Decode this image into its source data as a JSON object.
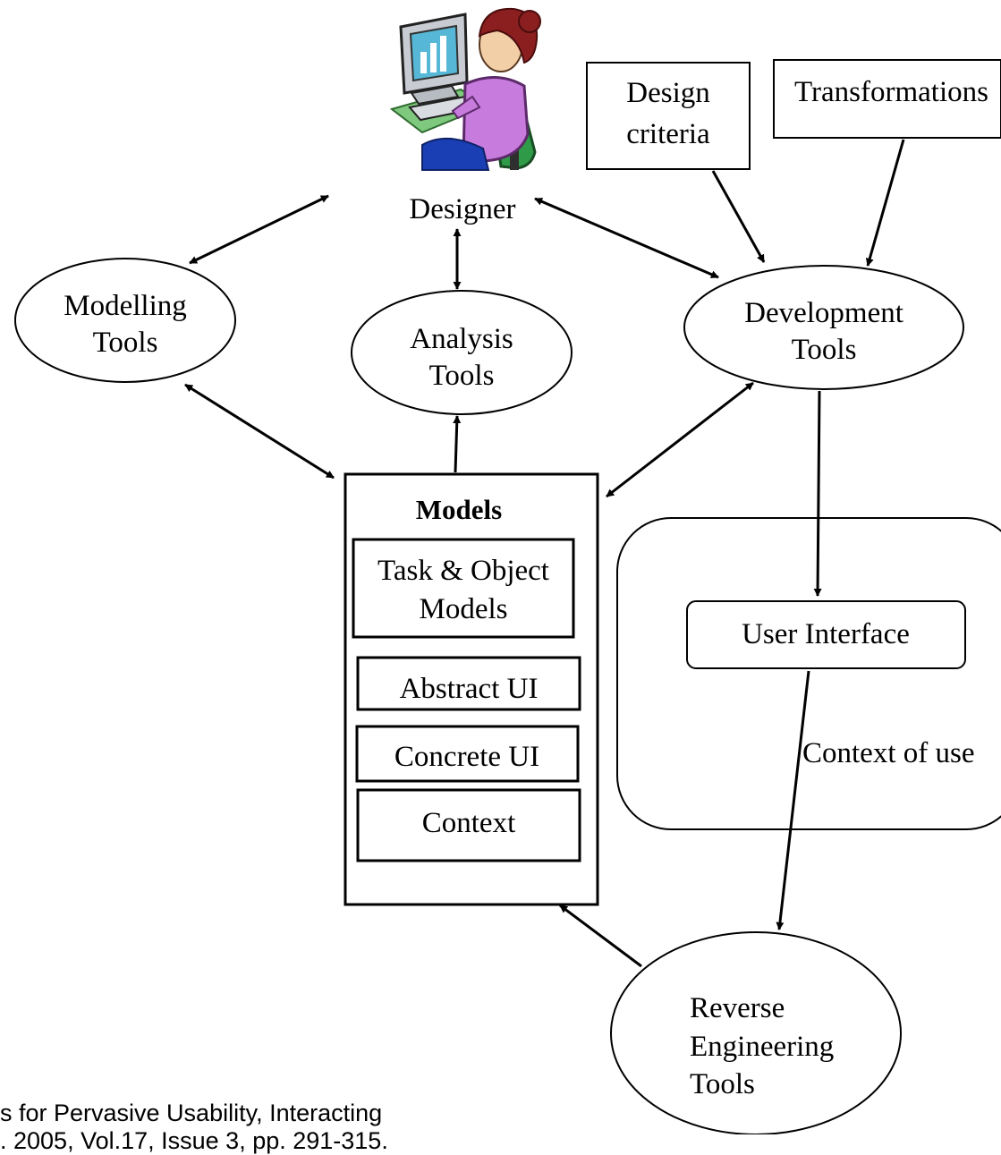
{
  "designer": {
    "label": "Designer"
  },
  "external_inputs": {
    "design_criteria": [
      "Design",
      "criteria"
    ],
    "transformations": "Transformations"
  },
  "tools": {
    "modelling": [
      "Modelling",
      "Tools"
    ],
    "analysis": [
      "Analysis",
      "Tools"
    ],
    "development": [
      "Development",
      "Tools"
    ],
    "reverse_engineering": [
      "Reverse",
      "Engineering",
      "Tools"
    ]
  },
  "models": {
    "title": "Models",
    "task_object": [
      "Task & Object",
      "Models"
    ],
    "abstract_ui": "Abstract UI",
    "concrete_ui": "Concrete UI",
    "context": "Context"
  },
  "context_of_use": {
    "label": "Context of use",
    "user_interface": "User Interface"
  },
  "caption": {
    "line1": "s for Pervasive Usability, Interacting",
    "line2": ". 2005, Vol.17, Issue 3, pp. 291-315."
  }
}
